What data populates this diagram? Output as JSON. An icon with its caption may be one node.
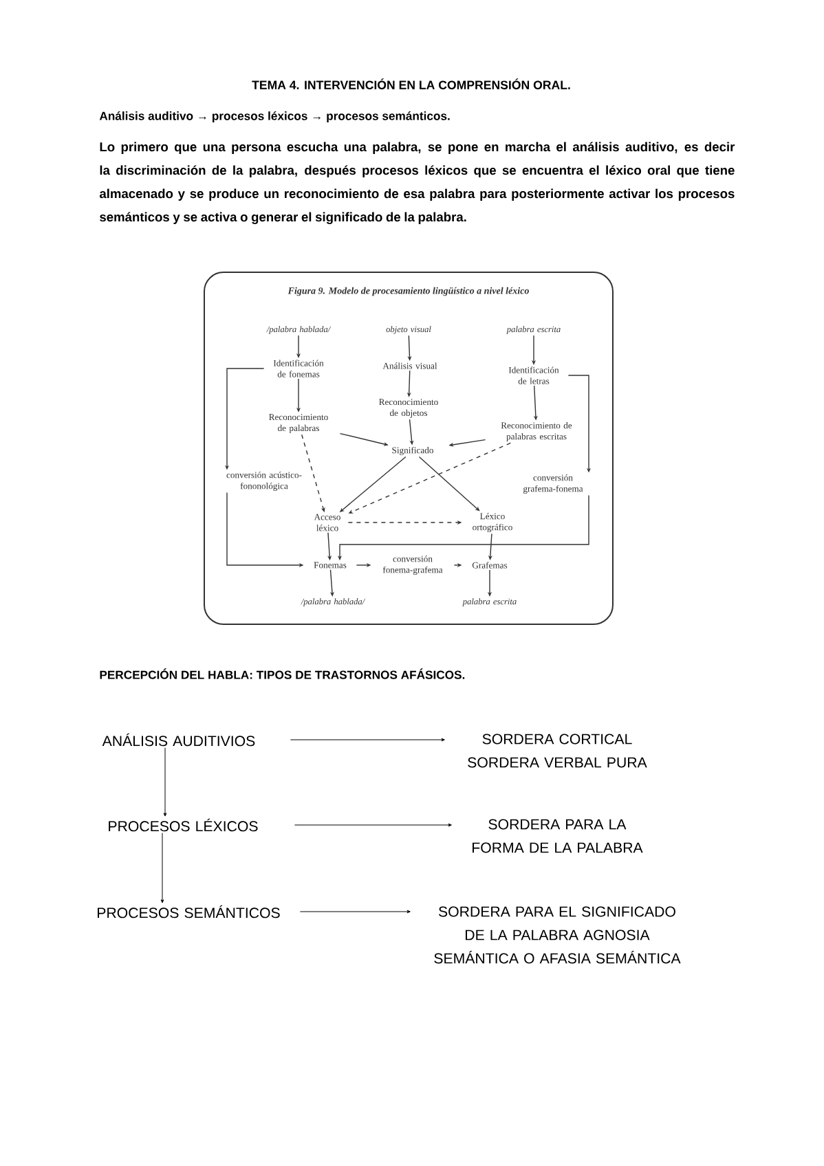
{
  "diagram": {
    "title": "TEMA 4. INTERVENCIÓN EN LA COMPRENSIÓN ORAL.",
    "nodes": [
      {
        "text": [
          "Figura 9. Modelo de procesamiento lingüístico a nivel léxico"
        ]
      },
      {
        "text": [
          "/palabra hablada/"
        ],
        "in": 0
      },
      {
        "text": [
          "objeto visual"
        ],
        "in": 0
      },
      {
        "text": [
          "palabra escrita"
        ],
        "in": 0
      },
      {
        "text": [
          "Identificación de fonemas"
        ],
        "in": 0
      },
      {
        "text": [
          "Análisis visual"
        ],
        "in": 0
      },
      {
        "text": [
          "Identificación de letras"
        ],
        "in": 0
      },
      {
        "text": [
          "Reconocimiento de palabras"
        ],
        "in": 0
      },
      {
        "text": [
          "Reconocimiento de objetos"
        ],
        "in": 0
      },
      {
        "text": [
          "Reconocimiento de palabras escritas"
        ],
        "in": 0
      },
      {
        "text": [
          "Significado"
        ],
        "in": 0
      },
      {
        "text": [
          "conversión acústico-fononológica"
        ],
        "in": 0
      },
      {
        "text": [
          "conversión grafema-fonema"
        ],
        "in": 0
      },
      {
        "text": [
          "Acceso léxico"
        ],
        "in": 0
      },
      {
        "text": [
          "Léxico ortográfico"
        ],
        "in": 0
      },
      {
        "text": [
          "Fonemas"
        ],
        "in": 0
      },
      {
        "text": [
          "conversión fonema-grafema"
        ],
        "in": 0
      },
      {
        "text": [
          "Grafemas"
        ],
        "in": 0
      },
      {
        "text": [
          "/palabra hablada/"
        ],
        "in": 0
      },
      {
        "text": [
          "palabra escrita"
        ],
        "in": 0
      },
      {
        "text": [
          "ANÁLISIS AUDITIVIOS"
        ]
      },
      {
        "text": [
          "SORDERA CORTICAL",
          "SORDERA VERBAL PURA"
        ]
      },
      {
        "text": [
          "PROCESOS LÉXICOS"
        ]
      },
      {
        "text": [
          "SORDERA PARA LA FORMA DE LA PALABRA"
        ]
      },
      {
        "text": [
          "PROCESOS SEMÁNTICOS"
        ]
      },
      {
        "text": [
          "SORDERA PARA EL SIGNIFICADO DE LA PALABRA AGNOSIA SEMÁNTICA O AFASIA SEMÁNTICA"
        ]
      }
    ],
    "edges": [
      {
        "from": 1,
        "to": 4,
        "arrow": "to"
      },
      {
        "from": 2,
        "to": 5,
        "arrow": "to"
      },
      {
        "from": 3,
        "to": 6,
        "arrow": "to"
      },
      {
        "from": 4,
        "to": 7,
        "arrow": "to"
      },
      {
        "from": 5,
        "to": 8,
        "arrow": "to"
      },
      {
        "from": 6,
        "to": 9,
        "arrow": "to"
      },
      {
        "from": 7,
        "to": 10,
        "arrow": "to"
      },
      {
        "from": 8,
        "to": 10,
        "arrow": "to"
      },
      {
        "from": 9,
        "to": 10,
        "arrow": "to"
      },
      {
        "from": 4,
        "to": 11,
        "arrow": "to"
      },
      {
        "from": 6,
        "to": 12,
        "arrow": "to"
      },
      {
        "from": 7,
        "to": 13,
        "arrow": "to",
        "style": "dashed"
      },
      {
        "from": 9,
        "to": 13,
        "arrow": "to",
        "style": "dashed"
      },
      {
        "from": 10,
        "to": 13,
        "arrow": "to"
      },
      {
        "from": 10,
        "to": 14,
        "arrow": "to"
      },
      {
        "from": 13,
        "to": 14,
        "arrow": "to",
        "style": "dashed"
      },
      {
        "from": 11,
        "to": 15,
        "arrow": "to"
      },
      {
        "from": 12,
        "to": 15,
        "arrow": "to"
      },
      {
        "from": 13,
        "to": 15,
        "arrow": "to"
      },
      {
        "from": 14,
        "to": 17,
        "arrow": "to"
      },
      {
        "from": 15,
        "to": 16,
        "arrow": "to"
      },
      {
        "from": 16,
        "to": 17,
        "arrow": "to"
      },
      {
        "from": 15,
        "to": 18,
        "arrow": "to"
      },
      {
        "from": 17,
        "to": 19,
        "arrow": "to"
      },
      {
        "from": 20,
        "to": 21,
        "arrow": "to"
      },
      {
        "from": 20,
        "to": 22,
        "arrow": "to"
      },
      {
        "from": 22,
        "to": 23,
        "arrow": "to"
      },
      {
        "from": 22,
        "to": 24,
        "arrow": "to"
      },
      {
        "from": 24,
        "to": 25,
        "arrow": "to"
      }
    ],
    "labels": [
      "Análisis auditivo → procesos léxicos → procesos semánticos.",
      "Lo primero que una persona escucha una palabra, se pone en marcha el análisis auditivo, es decir la discriminación de la palabra, después procesos léxicos que se encuentra el léxico oral que tiene almacenado y se produce un reconocimiento de esa palabra para posteriormente activar los procesos semánticos y se activa o generar el significado de la palabra.",
      "PERCEPCIÓN DEL HABLA: TIPOS DE TRASTORNOS AFÁSICOS."
    ]
  }
}
